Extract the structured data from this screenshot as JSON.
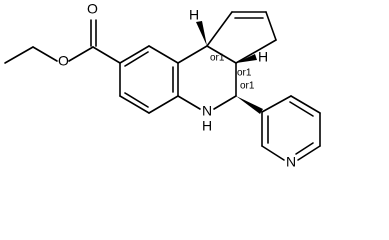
{
  "atoms": {
    "ester_oxygen_carbonyl": "O",
    "ester_oxygen_single": "O",
    "amine_n": "N",
    "amine_h": "H",
    "pyridine_n": "N",
    "stereo_h_top": "H",
    "stereo_h_right": "H"
  },
  "stereo_labels": {
    "c1": "or1",
    "c2": "or1",
    "c3": "or1"
  }
}
